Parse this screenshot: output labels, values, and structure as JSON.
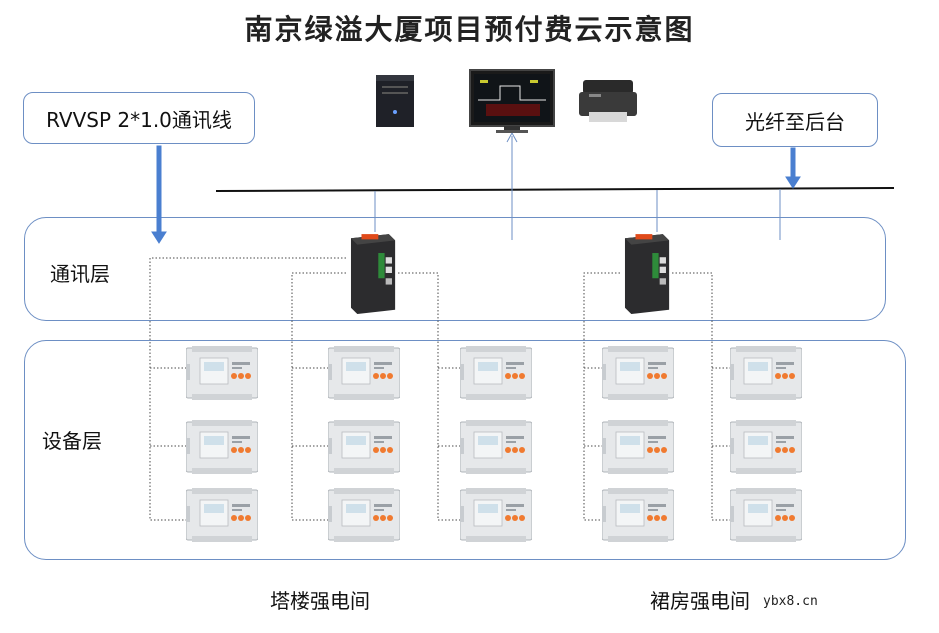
{
  "title": "南京绿溢大厦项目预付费云示意图",
  "callouts": {
    "cable": "RVVSP 2*1.0通讯线",
    "fiber": "光纤至后台"
  },
  "layers": {
    "communication": "通讯层",
    "device": "设备层"
  },
  "rooms": {
    "tower": "塔楼强电间",
    "podium": "裙房强电间"
  },
  "watermark": "ybx8.cn",
  "colors": {
    "box_border": "#6d8fc4",
    "arrow_blue": "#4a7fd0",
    "gateway_accent": "#e04a1a",
    "meter_button": "#f07a30"
  },
  "icons": [
    "server-tower-icon",
    "monitor-icon",
    "printer-icon",
    "gateway-icon",
    "meter-icon"
  ]
}
